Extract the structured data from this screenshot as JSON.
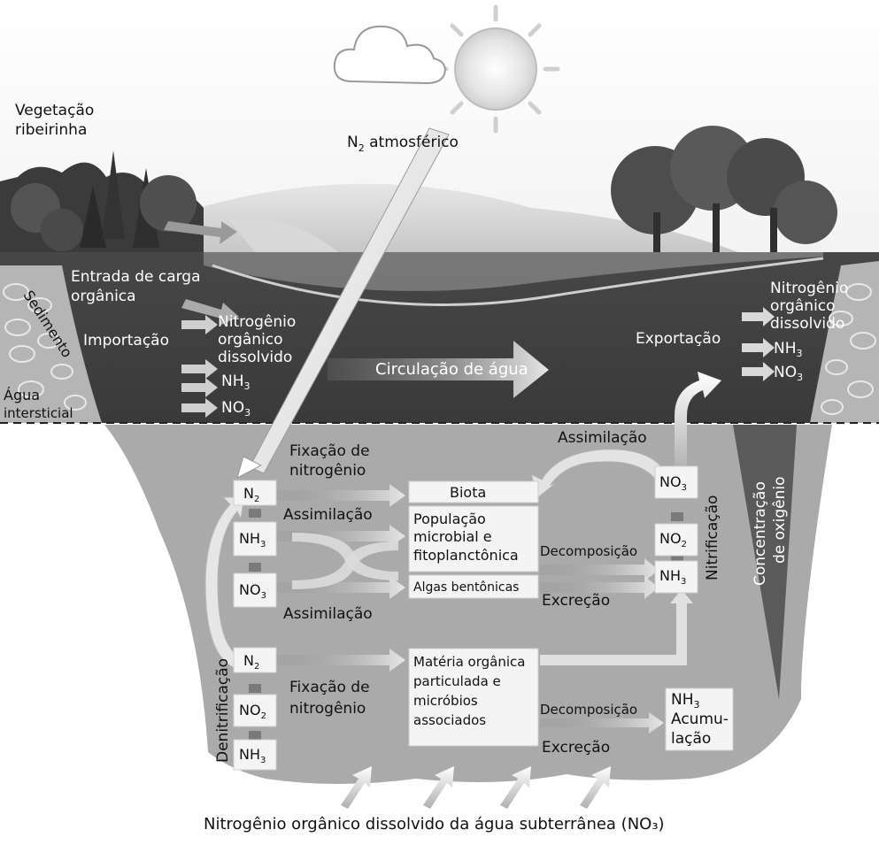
{
  "labels": {
    "vegetacao": [
      "Vegetação",
      "ribeirinha"
    ],
    "n2_atm_main": "N",
    "n2_atm_sub": "2",
    "n2_atm_rest": " atmosférico",
    "sedimento": "Sedimento",
    "agua_intersticial": [
      "Água",
      "intersticial"
    ],
    "entrada": [
      "Entrada de carga",
      "orgânica"
    ],
    "importacao": "Importação",
    "nog_in": [
      "Nitrogênio",
      "orgânico",
      "dissolvido"
    ],
    "nh3_in": "NH",
    "no3_in": "NO",
    "circulacao": "Circulação de água",
    "exportacao": "Exportação",
    "nog_out": [
      "Nitrogênio",
      "orgânico",
      "dissolvido"
    ],
    "nh3_out": "NH",
    "no3_out": "NO",
    "sub3": "3",
    "sub2": "2",
    "assimilacao_top": "Assimilação",
    "concentracao": [
      "Concentração",
      "de oxigênio"
    ],
    "fixacao1": [
      "Fixação de",
      "nitrogênio"
    ],
    "assimilacao_mid": "Assimilação",
    "assimilacao_low": "Assimilação",
    "biota": "Biota",
    "populacao": [
      "População",
      "microbial e",
      "fitoplanctônica"
    ],
    "algas": "Algas bentônicas",
    "decomposicao1": "Decomposição",
    "excrecao1": "Excreção",
    "nitrificacao": "Nitrificação",
    "box_n2": "N",
    "box_nh3": "NH",
    "box_no3": "NO",
    "box_no2": "NO",
    "denitrificacao": "Denitrificação",
    "fixacao2": [
      "Fixação de",
      "nitrogênio"
    ],
    "materia": [
      "Matéria orgânica",
      "particulada e",
      "micróbios",
      "associados"
    ],
    "decomposicao2": "Decomposição",
    "excrecao2": "Excreção",
    "acumulacao": [
      "NH",
      "Acumu-",
      "lação"
    ],
    "rodape": "Nitrogênio orgânico dissolvido da água subterrânea (NO₃)"
  }
}
